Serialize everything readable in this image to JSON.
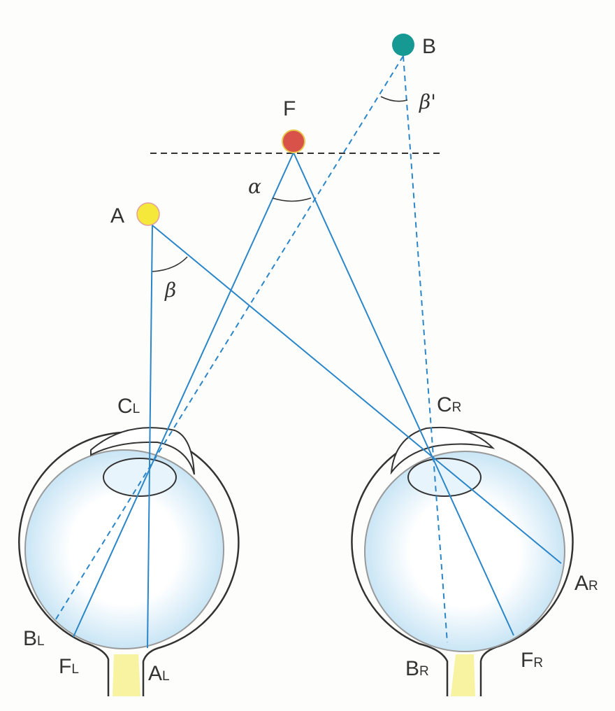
{
  "points": {
    "A": {
      "label": "A",
      "color": "#f5e83a"
    },
    "F": {
      "label": "F",
      "color": "#d8524a"
    },
    "B": {
      "label": "B",
      "color": "#169893"
    }
  },
  "angles": {
    "alpha": "α",
    "beta": "β",
    "beta_prime": "β'"
  },
  "left_eye": {
    "C": {
      "main": "C",
      "sub": "L"
    },
    "A": {
      "main": "A",
      "sub": "L"
    },
    "F": {
      "main": "F",
      "sub": "L"
    },
    "B": {
      "main": "B",
      "sub": "L"
    }
  },
  "right_eye": {
    "C": {
      "main": "C",
      "sub": "R"
    },
    "A": {
      "main": "A",
      "sub": "R"
    },
    "F": {
      "main": "F",
      "sub": "R"
    },
    "B": {
      "main": "B",
      "sub": "R"
    }
  },
  "colors": {
    "ray": "#2a86c8",
    "vitreous": "#cfe8f6",
    "nerve": "#f7f3a0"
  }
}
